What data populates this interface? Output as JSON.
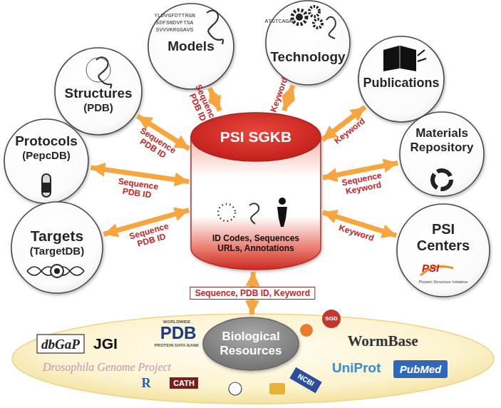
{
  "diagram": {
    "nodes": [
      {
        "text": [
          "Models"
        ]
      },
      {
        "text": [
          "Technology"
        ]
      },
      {
        "text": [
          "Structures",
          "(PDB)"
        ]
      },
      {
        "text": [
          "Publications"
        ]
      },
      {
        "text": [
          "Protocols",
          "(PepcDB)"
        ]
      },
      {
        "text": [
          "Materials Repository"
        ]
      },
      {
        "text": [
          "PSI SGKB",
          "ID Codes, Sequences URLs, Annotations"
        ]
      },
      {
        "text": [
          "Targets",
          "(TargetDB)"
        ]
      },
      {
        "text": [
          "PSI Centers"
        ]
      },
      {
        "text": [
          "Biological Resources"
        ]
      }
    ],
    "edges": [
      {
        "from": 6,
        "to": 0,
        "arrow": "both",
        "label": "Sequence PDB ID"
      },
      {
        "from": 6,
        "to": 1,
        "arrow": "both",
        "label": "Keyword"
      },
      {
        "from": 6,
        "to": 2,
        "arrow": "both",
        "label": "Sequence PDB ID"
      },
      {
        "from": 6,
        "to": 3,
        "arrow": "both",
        "label": "Keyword"
      },
      {
        "from": 6,
        "to": 4,
        "arrow": "both",
        "label": "Sequence PDB ID"
      },
      {
        "from": 6,
        "to": 5,
        "arrow": "both",
        "label": "Sequence Keyword"
      },
      {
        "from": 6,
        "to": 7,
        "arrow": "both",
        "label": "Sequence PDB ID"
      },
      {
        "from": 6,
        "to": 8,
        "arrow": "both",
        "label": "Keyword"
      },
      {
        "from": 6,
        "to": 9,
        "arrow": "both",
        "label": "Sequence, PDB ID, Keyword"
      }
    ],
    "labels": [
      "YLDVGFDTTRGN",
      "SDFSNDVFTSA",
      "SVVVKRGGAVS",
      "ATGTCAGAC",
      "dbGaP",
      "JGI",
      "WORLDWIDE",
      "PDB",
      "PROTEIN DATA BANK",
      "SGD",
      "WormBase",
      "UniProt",
      "PubMed",
      "Drosophila Genome Project",
      "CATH",
      "R",
      "NCBI",
      "PSI",
      "Protein Structure Initiative"
    ]
  }
}
